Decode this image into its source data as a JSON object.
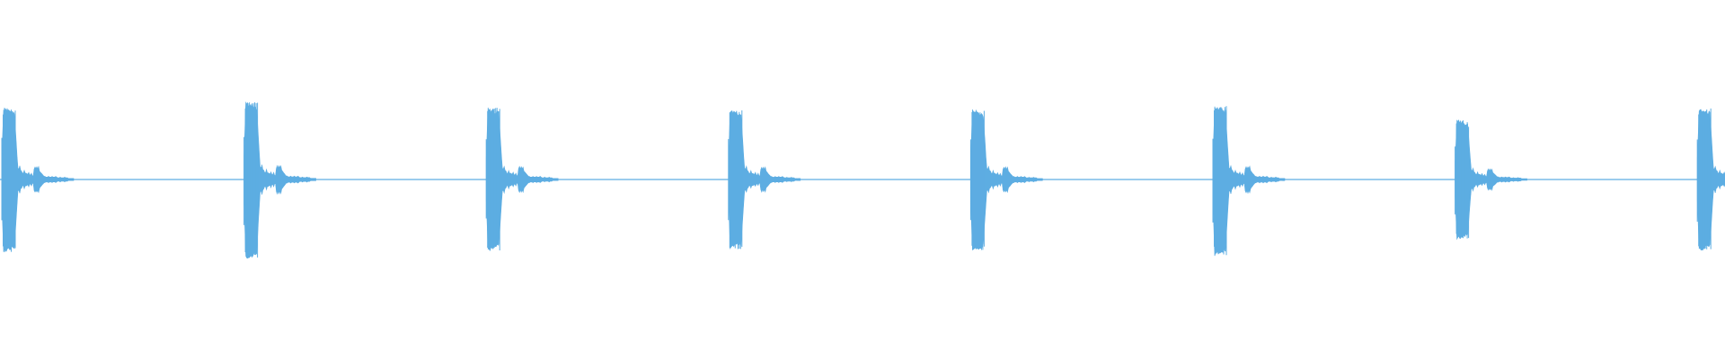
{
  "waveform": {
    "color": "#5DADE2",
    "background": "#FFFFFF",
    "beats": [
      {
        "peak_top": 0.7,
        "peak_bottom": 0.71
      },
      {
        "peak_top": 0.76,
        "peak_bottom": 0.78
      },
      {
        "peak_top": 0.7,
        "peak_bottom": 0.7
      },
      {
        "peak_top": 0.68,
        "peak_bottom": 0.68
      },
      {
        "peak_top": 0.68,
        "peak_bottom": 0.7
      },
      {
        "peak_top": 0.72,
        "peak_bottom": 0.74
      },
      {
        "peak_top": 0.58,
        "peak_bottom": 0.58
      },
      {
        "peak_top": 0.7,
        "peak_bottom": 0.7
      }
    ]
  }
}
